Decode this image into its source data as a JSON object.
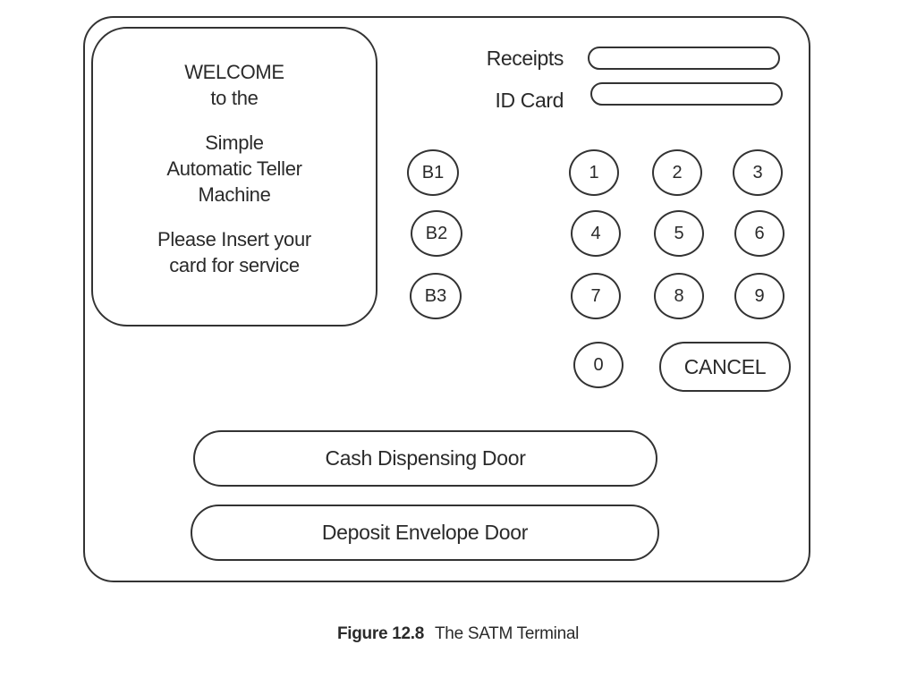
{
  "screen": {
    "lines": [
      "WELCOME",
      "to the",
      "Simple",
      "Automatic Teller",
      "Machine",
      "Please Insert  your",
      "card for service"
    ]
  },
  "slots": {
    "receipts_label": "Receipts",
    "id_card_label": "ID Card"
  },
  "function_buttons": [
    "B1",
    "B2",
    "B3"
  ],
  "keypad": {
    "keys": [
      "1",
      "2",
      "3",
      "4",
      "5",
      "6",
      "7",
      "8",
      "9",
      "0"
    ],
    "cancel_label": "CANCEL"
  },
  "doors": {
    "cash_label": "Cash Dispensing Door",
    "deposit_label": "Deposit Envelope Door"
  },
  "caption": {
    "figure_number": "Figure 12.8",
    "title": "The SATM Terminal"
  }
}
